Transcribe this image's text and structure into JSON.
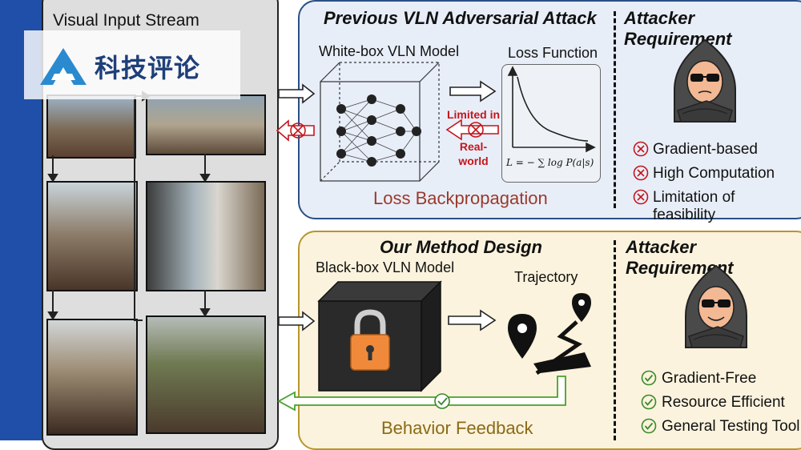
{
  "left": {
    "title": "Visual Input Stream",
    "watermark": "科技评论"
  },
  "top": {
    "title": "Previous VLN Adversarial Attack",
    "model_label": "White-box VLN Model",
    "loss_label": "Loss Function",
    "formula": "L = − ∑ log P(a|s)",
    "limited": [
      "Limited in",
      "Real-world"
    ],
    "feedback": "Loss Backpropagation",
    "req_title": "Attacker Requirement",
    "requirements": [
      "Gradient-based",
      "High Computation",
      "Limitation of feasibility"
    ]
  },
  "bottom": {
    "title": "Our Method Design",
    "model_label": "Black-box VLN Model",
    "traj_label": "Trajectory",
    "feedback": "Behavior Feedback",
    "req_title": "Attacker Requirement",
    "requirements": [
      "Gradient-Free",
      "Resource Efficient",
      "General Testing Tool"
    ]
  },
  "colors": {
    "top_border": "#2a4f86",
    "bottom_border": "#b8962b",
    "cross_red": "#c4161c",
    "check_green": "#3a8a2a"
  }
}
